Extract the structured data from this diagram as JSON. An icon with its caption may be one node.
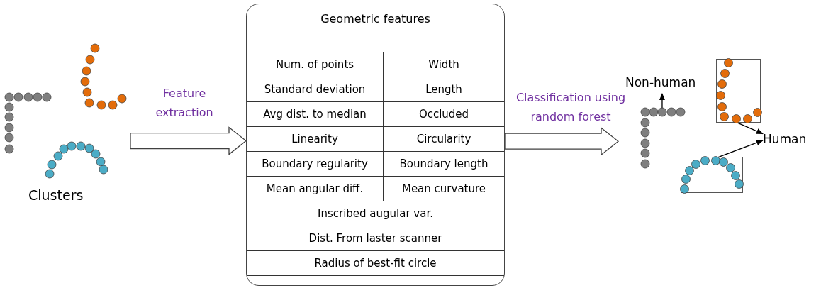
{
  "diagram": {
    "nodes": [
      {
        "text": [],
        "shape": "picture",
        "beside": [
          "Clusters"
        ]
      },
      {
        "text": [
          "Geometric features",
          "Num. of points",
          "Width",
          "Standard deviation",
          "Length",
          "Avg dist. to median",
          "Occluded",
          "Linearity",
          "Circularity",
          "Boundary regularity",
          "Boundary length",
          "Mean angular diff.",
          "Mean curvature",
          "Inscribed augular var.",
          "Dist. From laster scanner",
          "Radius of best-fit circle"
        ]
      },
      {
        "text": [],
        "shape": "picture"
      },
      {
        "text": [
          "Non-human"
        ]
      },
      {
        "text": [],
        "shape": "box"
      },
      {
        "text": [],
        "shape": "box"
      },
      {
        "text": [
          "Human"
        ]
      }
    ],
    "edges": [
      {
        "from": 0,
        "to": 1,
        "arrow": "to",
        "label": "Feature extraction",
        "style": "thick"
      },
      {
        "from": 1,
        "to": 2,
        "arrow": "to",
        "label": "Classification using random forest",
        "style": "thick"
      },
      {
        "from": 2,
        "to": 3,
        "arrow": "to"
      },
      {
        "from": 4,
        "to": 6,
        "arrow": "to"
      },
      {
        "from": 5,
        "to": 6,
        "arrow": "to"
      }
    ]
  }
}
